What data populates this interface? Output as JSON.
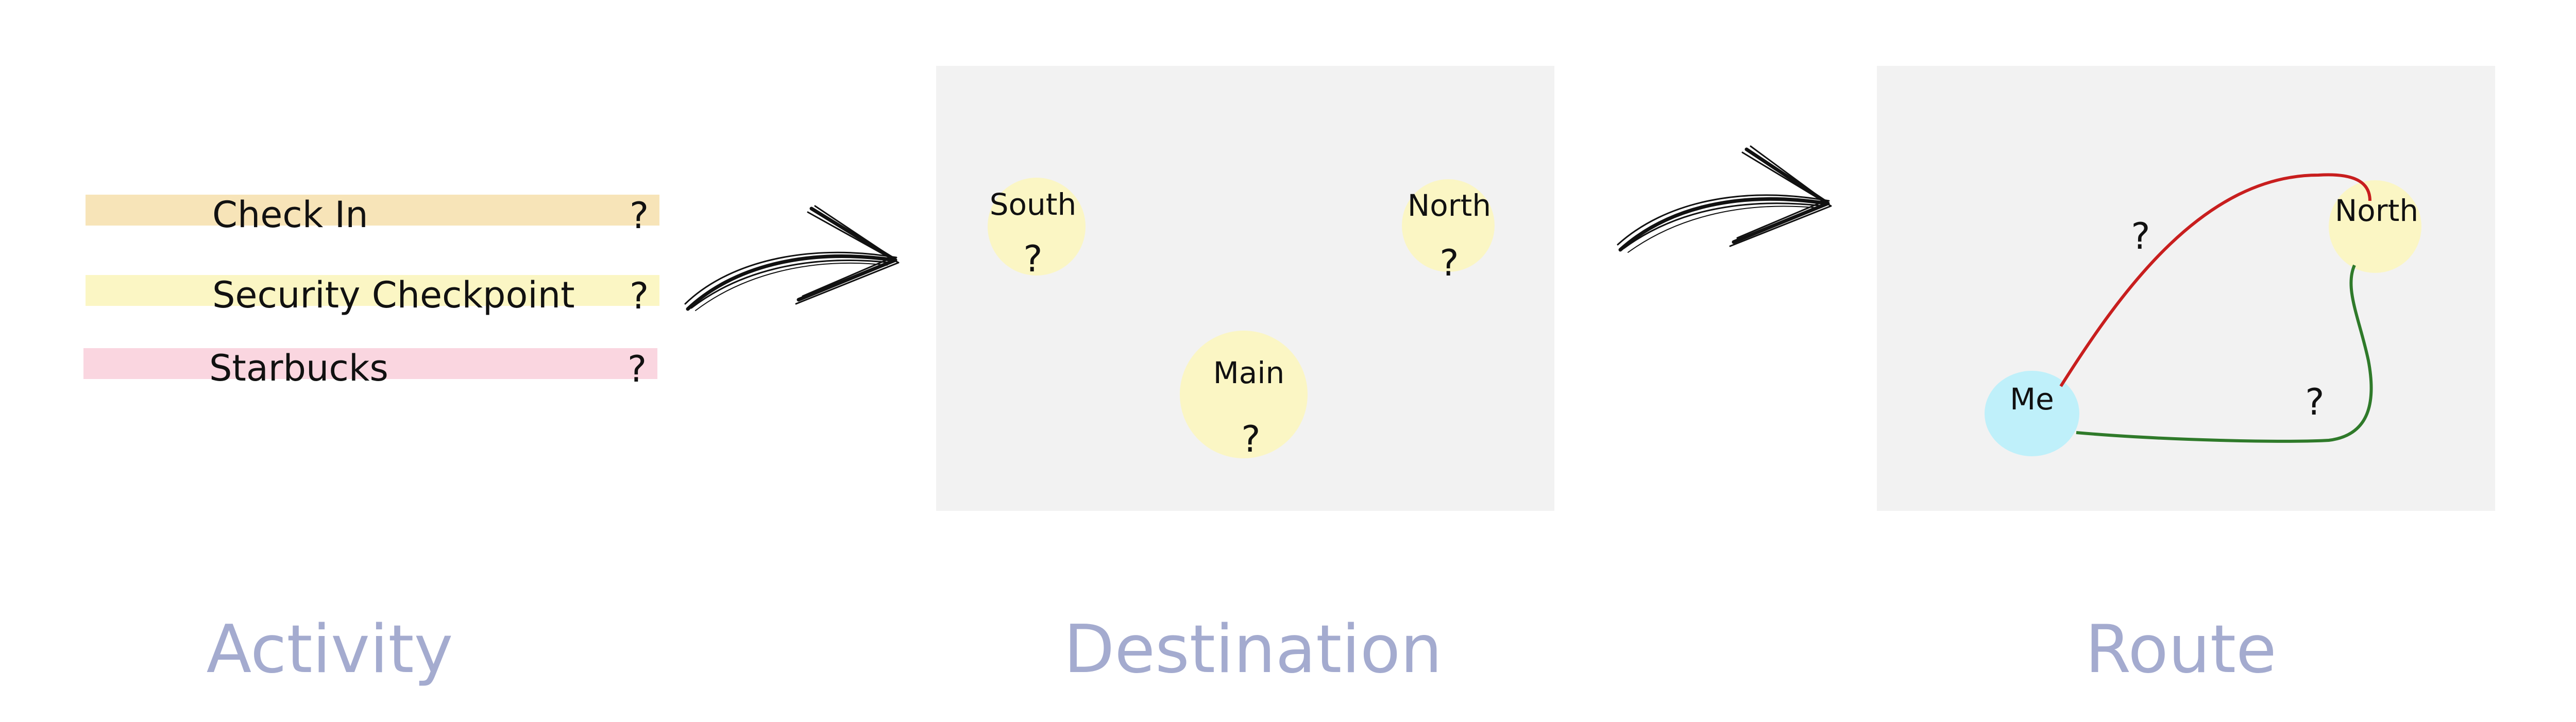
{
  "activity": {
    "items": [
      {
        "label": "Check In",
        "mark": "?",
        "color": "#f7e4b8"
      },
      {
        "label": "Security Checkpoint",
        "mark": "?",
        "color": "#fbf6c4"
      },
      {
        "label": "Starbucks",
        "mark": "?",
        "color": "#fad6e0"
      }
    ]
  },
  "destination": {
    "nodes": [
      {
        "label": "South",
        "mark": "?"
      },
      {
        "label": "North",
        "mark": "?"
      },
      {
        "label": "Main",
        "mark": "?"
      }
    ]
  },
  "route": {
    "me_label": "Me",
    "north_label": "North",
    "red_route_mark": "?",
    "green_route_mark": "?",
    "colors": {
      "red_route": "#c81e1e",
      "green_route": "#2f7a2a",
      "me": "#bff0fa",
      "destination": "#fbf6c4"
    }
  },
  "captions": {
    "activity": "Activity",
    "destination": "Destination",
    "route": "Route"
  },
  "icons": [
    "sketch-arrow-icon",
    "sketch-arrow-icon"
  ]
}
